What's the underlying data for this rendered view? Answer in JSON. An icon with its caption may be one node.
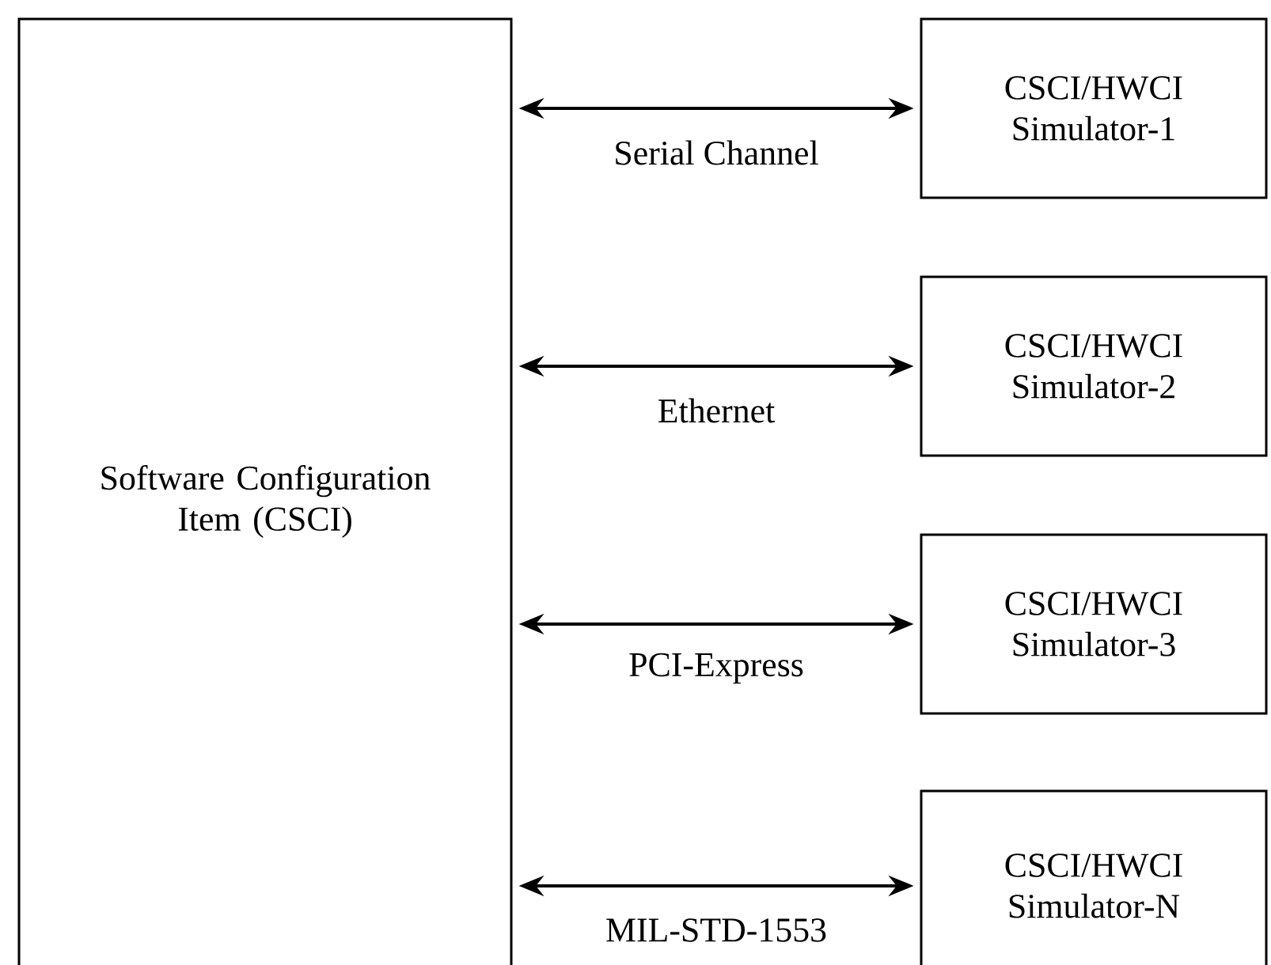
{
  "diagram": {
    "nodes": [
      {
        "text": [
          "Software Configuration Item (CSCI)"
        ]
      },
      {
        "text": [
          "CSCI/HWCI Simulator-1"
        ]
      },
      {
        "text": [
          "CSCI/HWCI Simulator-2"
        ]
      },
      {
        "text": [
          "CSCI/HWCI Simulator-3"
        ]
      },
      {
        "text": [
          "CSCI/HWCI Simulator-N"
        ]
      }
    ],
    "edges": [
      {
        "from": 0,
        "to": 1,
        "arrow": "both",
        "label": "Serial Channel"
      },
      {
        "from": 0,
        "to": 2,
        "arrow": "both",
        "label": "Ethernet"
      },
      {
        "from": 0,
        "to": 3,
        "arrow": "both",
        "label": "PCI-Express"
      },
      {
        "from": 0,
        "to": 4,
        "arrow": "both",
        "label": "MIL-STD-1553"
      }
    ]
  }
}
